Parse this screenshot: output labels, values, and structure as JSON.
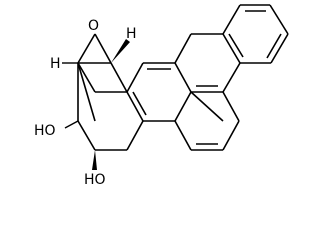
{
  "structure": {
    "atoms": {
      "oxygen_epoxide": "O",
      "hydrogen_1": "H",
      "hydrogen_2": "H",
      "hydroxyl_1": "HO",
      "hydroxyl_2": "HO"
    }
  },
  "colors": {
    "bond": "#000000",
    "background": "#ffffff"
  }
}
